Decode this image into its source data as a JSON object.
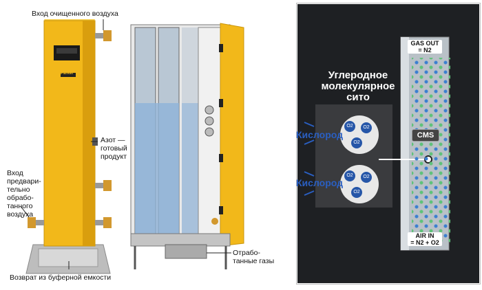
{
  "left_panel": {
    "labels": {
      "clean_air_inlet": "Вход очищенного воздуха",
      "nitrogen_product_1": "Азот —",
      "nitrogen_product_2": "готовый",
      "nitrogen_product_3": "продукт",
      "pre_air_1": "Вход",
      "pre_air_2": "предвари-",
      "pre_air_3": "тельно",
      "pre_air_4": "обрабо-",
      "pre_air_5": "танного",
      "pre_air_6": "воздуха",
      "buffer_return": "Возврат из буферной емкости",
      "exhaust_1": "Отрабо-",
      "exhaust_2": "танные газы"
    },
    "brand": "Parker",
    "colors": {
      "body": "#f2b81a",
      "accent": "#e0a210",
      "tank": "#c7d6e6"
    }
  },
  "right_panel": {
    "title_1": "Углеродное",
    "title_2": "молекулярное",
    "title_3": "сито",
    "oxygen_1": "Кислород",
    "oxygen_2": "Кислород",
    "gas_out_1": "GAS OUT",
    "gas_out_2": "= N2",
    "air_in_1": "AIR IN",
    "air_in_2": "= N2 + O2",
    "cms": "CMS",
    "molecule": "O2"
  }
}
